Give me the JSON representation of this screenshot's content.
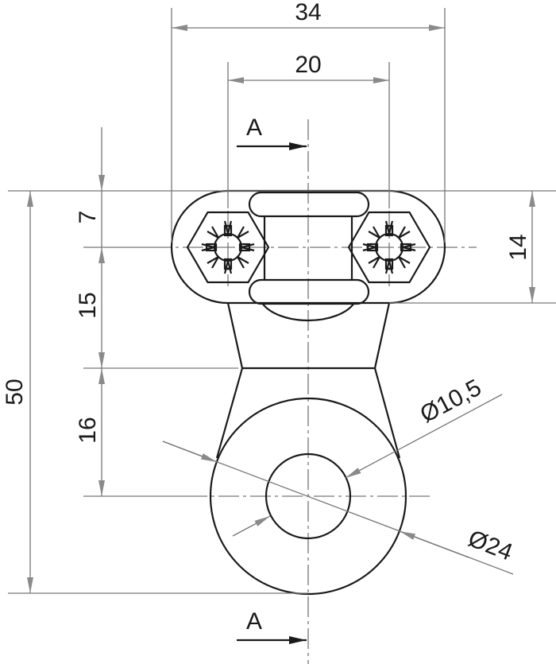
{
  "dimensions": {
    "overall_width": "34",
    "bolt_spacing": "20",
    "clamp_height": "14",
    "total_height": "50",
    "top_to_axis": "7",
    "axis_to_neck": "15",
    "neck_to_center": "16",
    "hole_diameter": "Ø10,5",
    "eye_diameter": "Ø24"
  },
  "section_marks": {
    "top": "A",
    "bottom": "A"
  },
  "colors": {
    "outline": "#1a1a1a",
    "dimension": "#777777"
  }
}
